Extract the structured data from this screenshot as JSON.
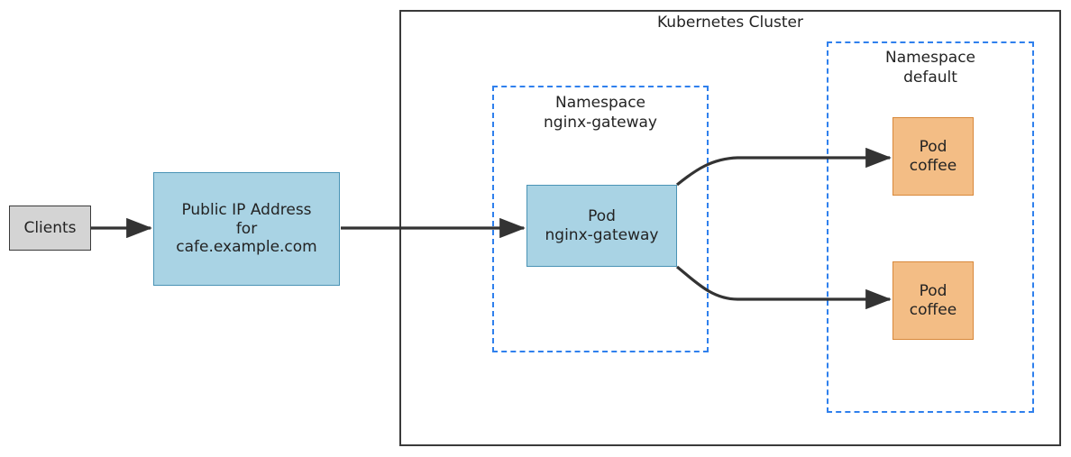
{
  "diagram": {
    "title": "Kubernetes Cluster",
    "cluster": {
      "label": "Kubernetes Cluster",
      "border_color": "#3a3a3a"
    },
    "namespaces": [
      {
        "id": "nginx-gateway",
        "label": "Namespace\nnginx-gateway",
        "border_color": "#2f80ed",
        "style": "dashed"
      },
      {
        "id": "default",
        "label": "Namespace\ndefault",
        "border_color": "#2f80ed",
        "style": "dashed"
      }
    ],
    "nodes": [
      {
        "id": "clients",
        "label": "Clients",
        "fill": "#d4d4d4",
        "stroke": "#3a3a3a"
      },
      {
        "id": "public-ip",
        "label": "Public IP Address\nfor\ncafe.example.com",
        "fill": "#a9d3e4",
        "stroke": "#4a93b5"
      },
      {
        "id": "pod-nginx-gateway",
        "label": "Pod\nnginx-gateway",
        "fill": "#a9d3e4",
        "stroke": "#4a93b5"
      },
      {
        "id": "pod-coffee-1",
        "label": "Pod\ncoffee",
        "fill": "#f3bd85",
        "stroke": "#d8883a"
      },
      {
        "id": "pod-coffee-2",
        "label": "Pod\ncoffee",
        "fill": "#f3bd85",
        "stroke": "#d8883a"
      }
    ],
    "edges": [
      {
        "from": "clients",
        "to": "public-ip",
        "style": "straight"
      },
      {
        "from": "public-ip",
        "to": "pod-nginx-gateway",
        "style": "straight"
      },
      {
        "from": "pod-nginx-gateway",
        "to": "pod-coffee-1",
        "style": "curved"
      },
      {
        "from": "pod-nginx-gateway",
        "to": "pod-coffee-2",
        "style": "curved"
      }
    ],
    "edge_color": "#333333"
  }
}
